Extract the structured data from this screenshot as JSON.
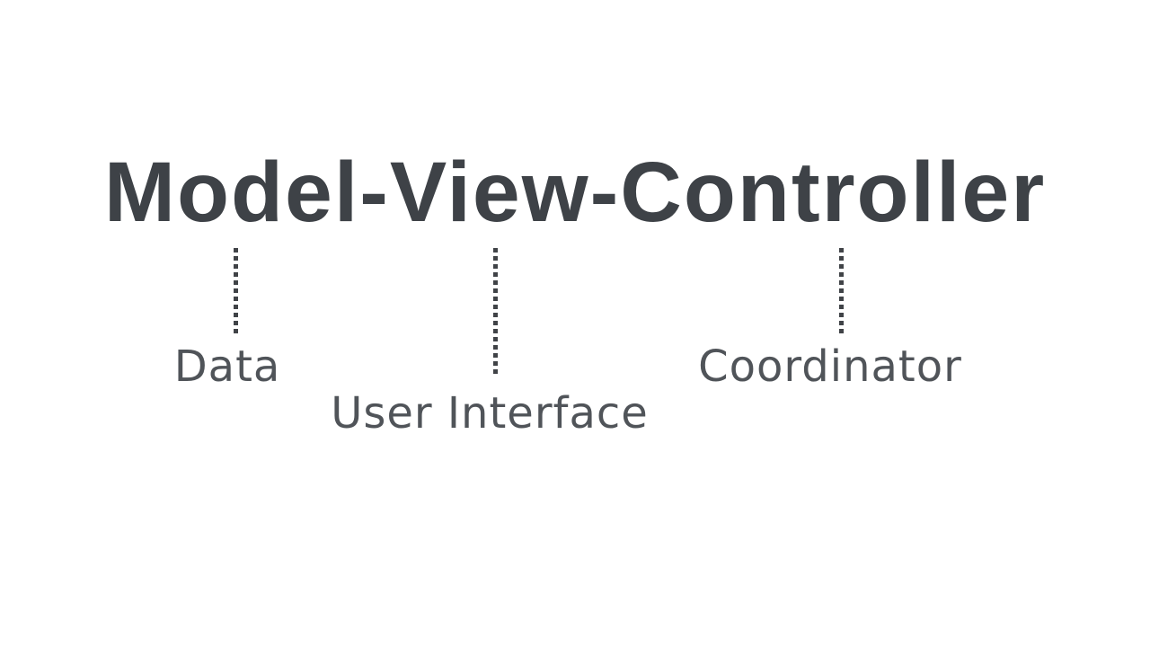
{
  "diagram": {
    "title": "Model-View-Controller",
    "connector_style": "dotted-vertical-line",
    "nodes": [
      {
        "term": "Model",
        "label": "Data"
      },
      {
        "term": "View",
        "label": "User Interface"
      },
      {
        "term": "Controller",
        "label": "Coordinator"
      }
    ]
  },
  "colors": {
    "background": "#ffffff",
    "title_text": "#3e4247",
    "label_text": "#505459",
    "connector": "#404347"
  }
}
